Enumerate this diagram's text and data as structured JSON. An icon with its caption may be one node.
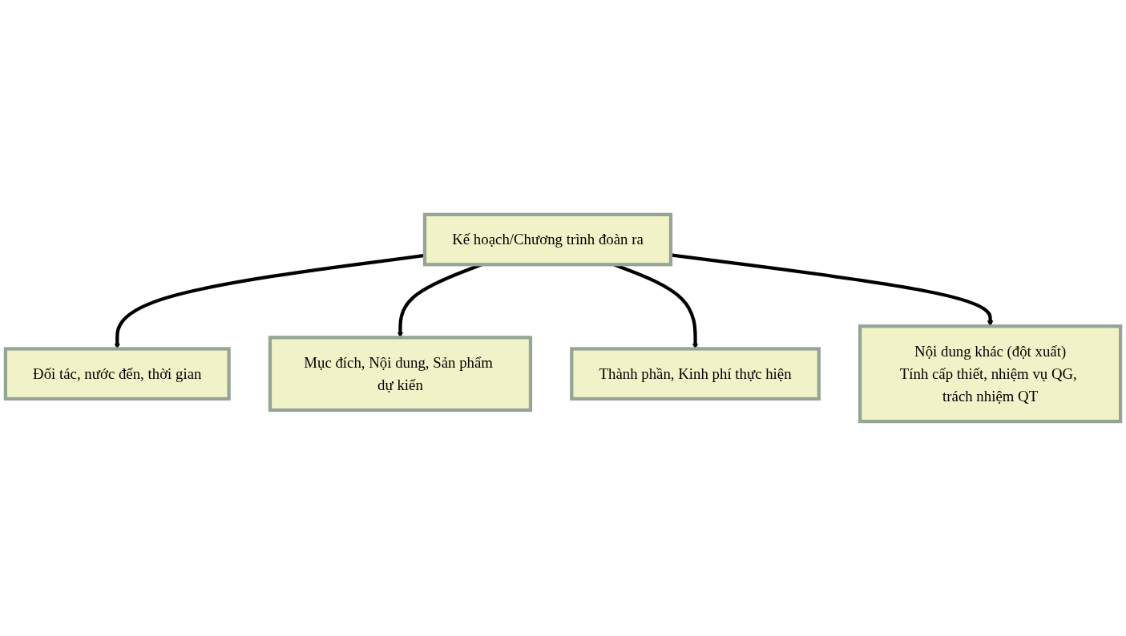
{
  "diagram": {
    "nodes": [
      {
        "text": [
          "Đối tác, nước đến, thời gian"
        ]
      },
      {
        "text": [
          "Mục đích, Nội dung, Sản phẩm dự kiến"
        ]
      },
      {
        "text": [
          "Kế hoạch/Chương trình đoàn ra"
        ]
      },
      {
        "text": [
          "Thành phần, Kinh phí thực hiện"
        ]
      },
      {
        "text": [
          "Nội dung khác (đột xuất)",
          "Tính cấp thiết, nhiệm vụ QG, trách nhiệm QT"
        ]
      }
    ],
    "edges": [
      {
        "from": 2,
        "to": 0,
        "arrow": "to"
      },
      {
        "from": 2,
        "to": 1,
        "arrow": "to"
      },
      {
        "from": 2,
        "to": 3,
        "arrow": "to"
      },
      {
        "from": 2,
        "to": 4,
        "arrow": "to"
      }
    ]
  }
}
